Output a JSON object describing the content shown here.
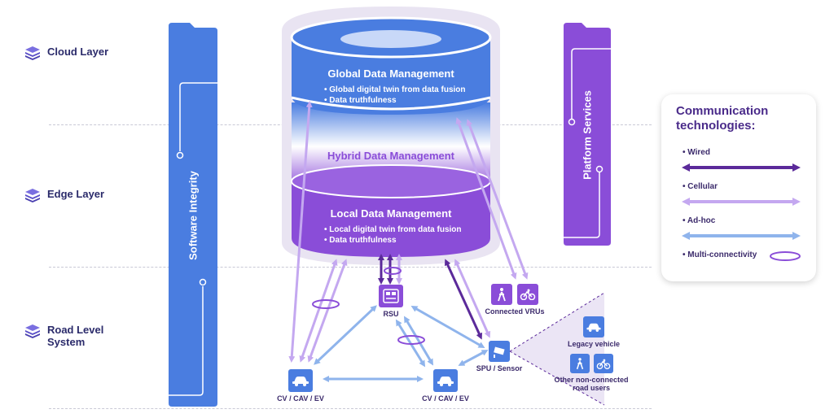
{
  "layers": {
    "cloud": "Cloud Layer",
    "edge": "Edge Layer",
    "road": "Road Level System"
  },
  "side_bars": {
    "left": "Software Integrity",
    "right": "Platform Services"
  },
  "cylinder": {
    "global_title": "Global Data Management",
    "global_bullets": [
      "• Global digital twin from data fusion",
      "• Data truthfulness"
    ],
    "hybrid_title": "Hybrid Data Management",
    "local_title": "Local Data Management",
    "local_bullets": [
      "• Local digital twin from data fusion",
      "• Data truthfulness"
    ]
  },
  "nodes": {
    "rsu": "RSU",
    "cv_left": "CV / CAV / EV",
    "cv_right": "CV / CAV / EV",
    "vrus": "Connected VRUs",
    "spu": "SPU / Sensor",
    "legacy": "Legacy vehicle",
    "other_line1": "Other non-connected",
    "other_line2": "road users"
  },
  "legend": {
    "title": "Communication technologies:",
    "items": [
      "• Wired",
      "• Cellular",
      "• Ad-hoc",
      "• Multi-connectivity"
    ]
  },
  "colors": {
    "blue": "#4a7de0",
    "purple": "#8a4dd8",
    "dark_purple": "#5b2a9a",
    "cellular": "#c4a8f0",
    "adhoc": "#8fb4ec",
    "halo": "#e9e4f2"
  },
  "icons": {
    "layer": "stack-layers-icon",
    "rsu": "rsu-device-icon",
    "car": "car-icon",
    "pedestrian": "pedestrian-icon",
    "bicycle": "bicycle-icon",
    "camera": "camera-sensor-icon"
  }
}
